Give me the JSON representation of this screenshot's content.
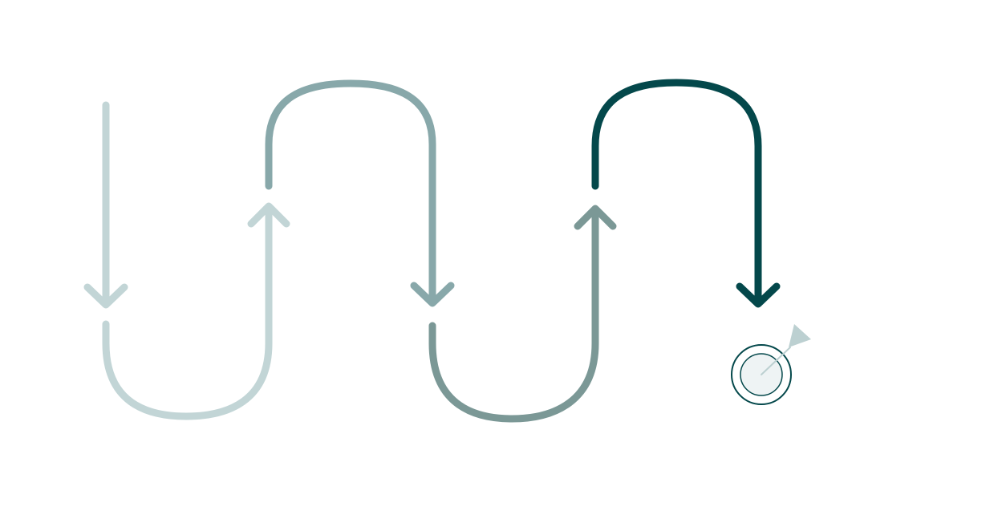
{
  "diagram": {
    "type": "serpentine-flow",
    "segments": [
      {
        "name": "segment-1",
        "direction": "down",
        "color": "#c2d5d6"
      },
      {
        "name": "segment-2",
        "direction": "up",
        "color": "#c2d5d6"
      },
      {
        "name": "segment-3",
        "direction": "down",
        "color": "#88a8aa"
      },
      {
        "name": "segment-4",
        "direction": "up",
        "color": "#7b9896"
      },
      {
        "name": "segment-5",
        "direction": "down",
        "color": "#04484b"
      }
    ],
    "target": {
      "icon": "target-dart-icon",
      "ring_color": "#04484b",
      "fill_color": "#eef3f4",
      "dart_color": "#bcd0d1"
    }
  }
}
